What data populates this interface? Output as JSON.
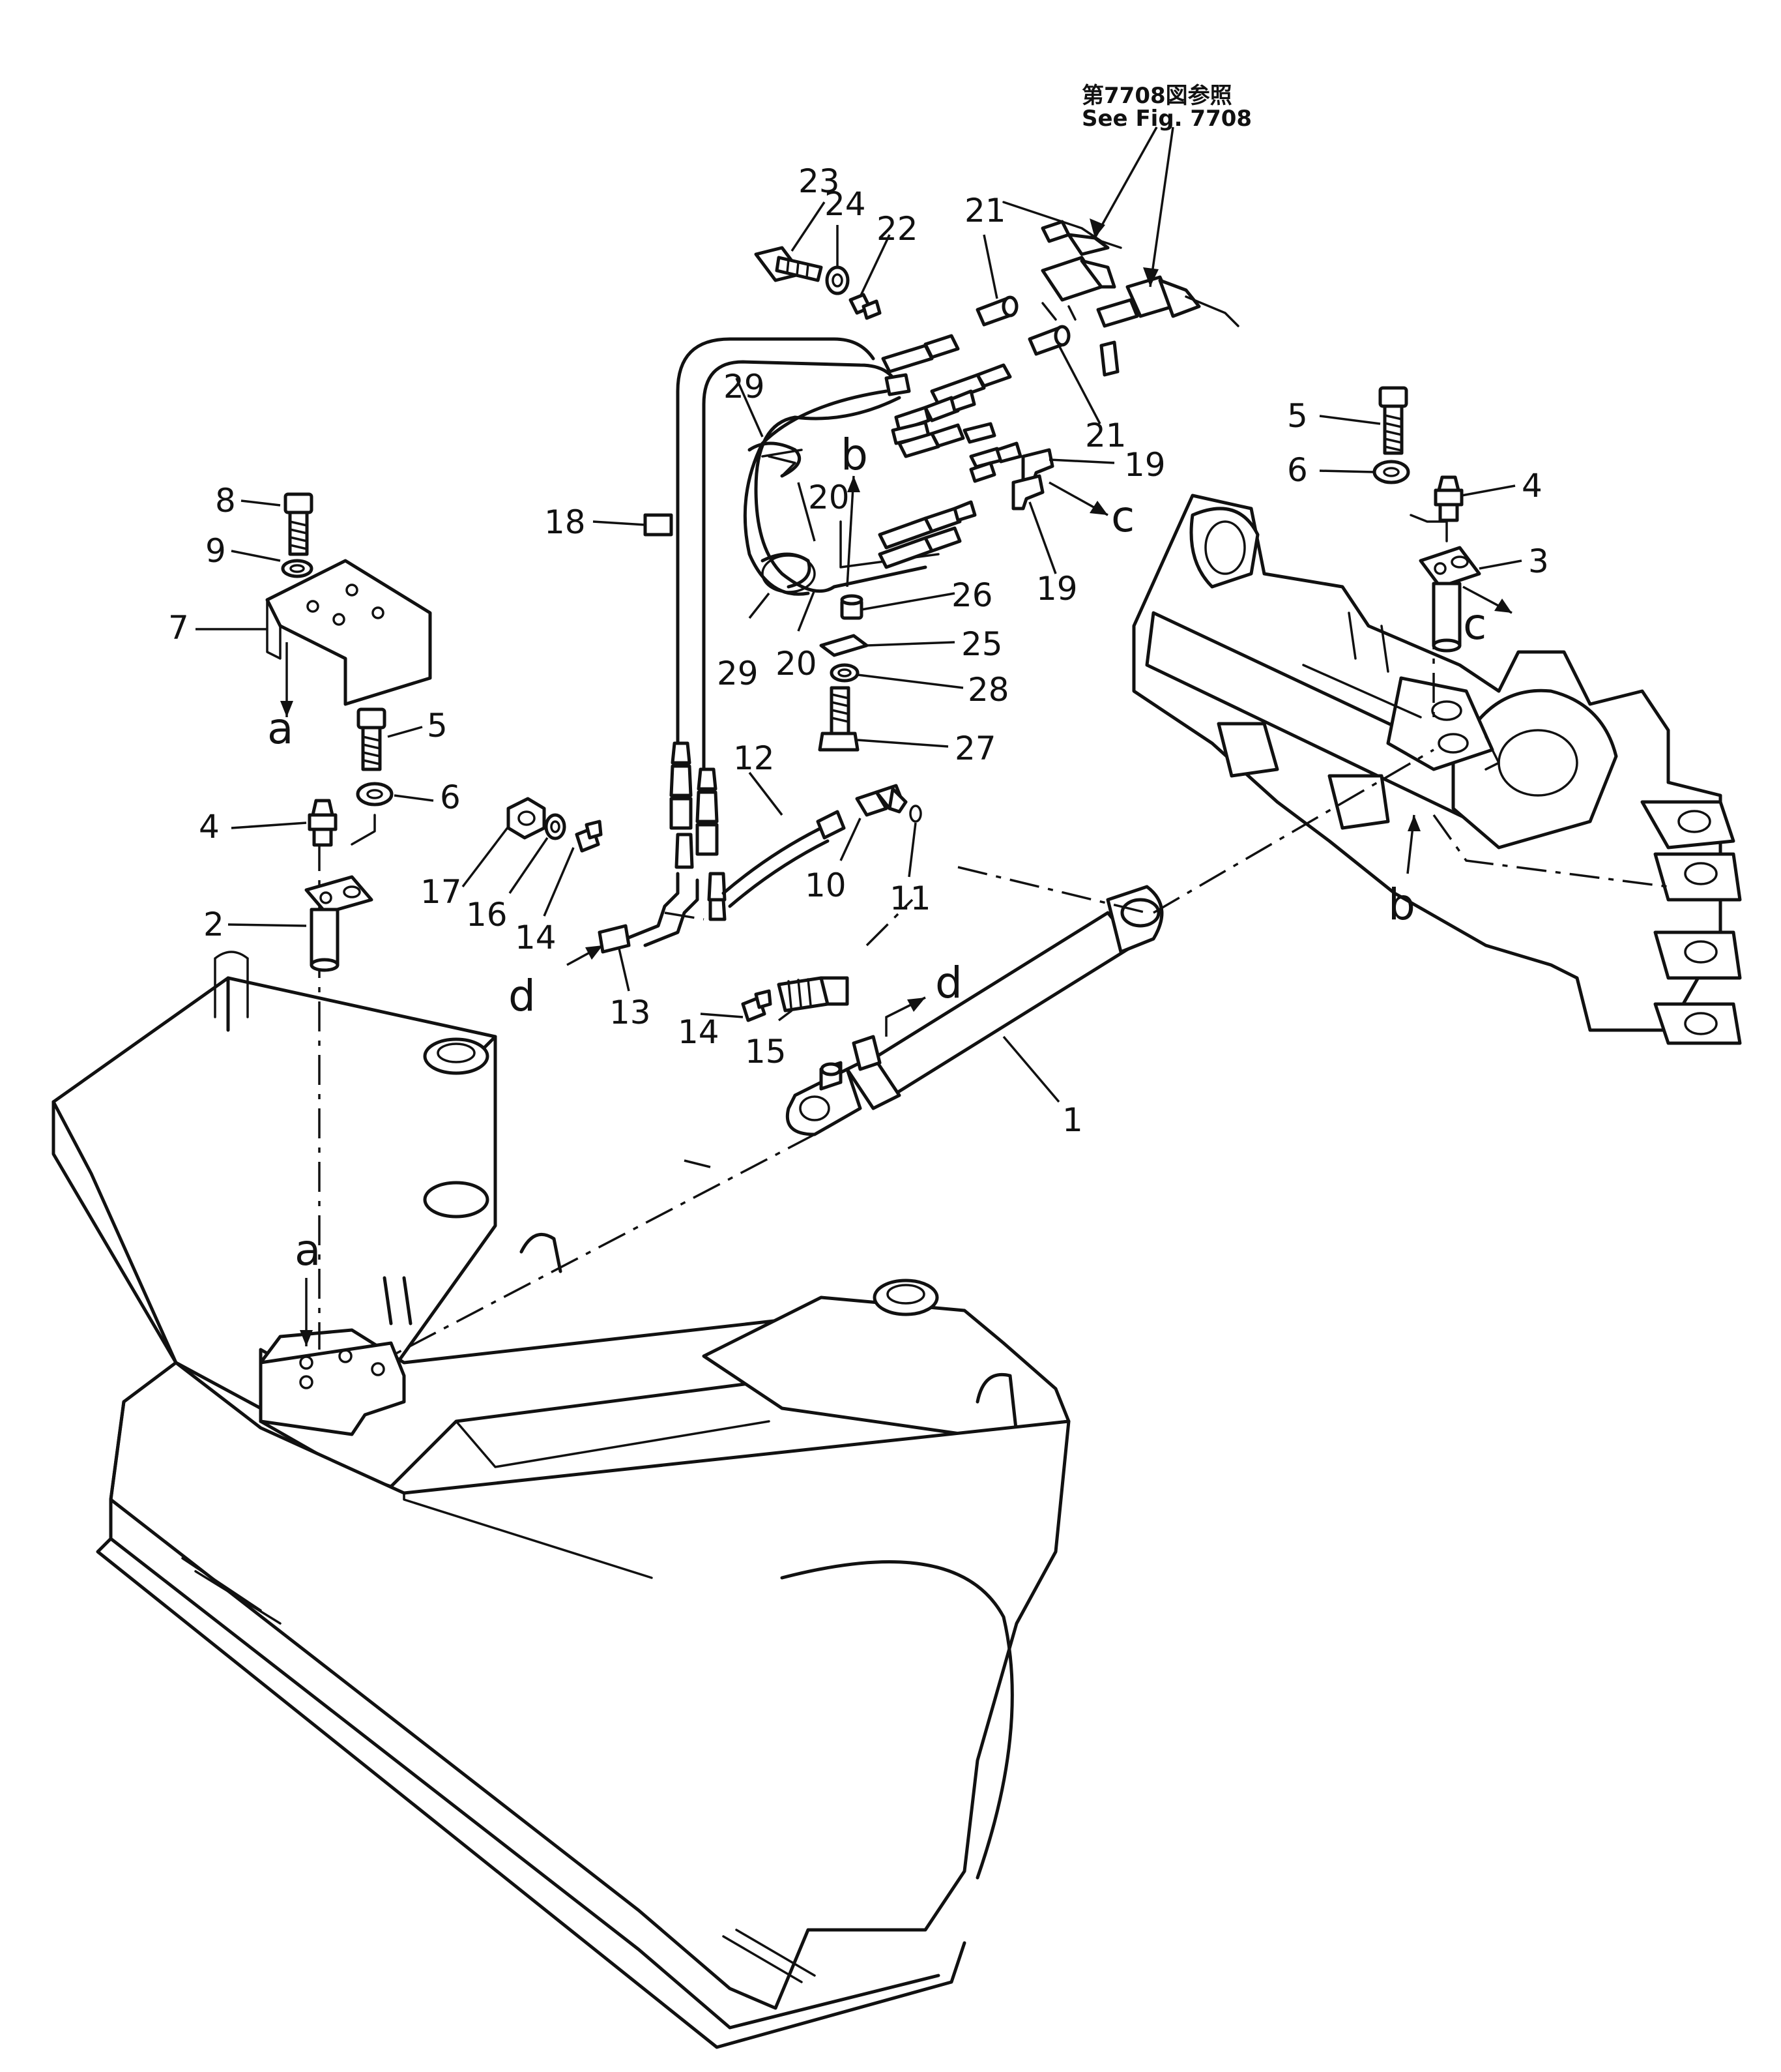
{
  "reference": {
    "jp": "第7708図参照",
    "en": "See Fig. 7708"
  },
  "callouts": [
    {
      "id": "c1",
      "text": "1"
    },
    {
      "id": "c2",
      "text": "2"
    },
    {
      "id": "c3",
      "text": "3"
    },
    {
      "id": "c4a",
      "text": "4"
    },
    {
      "id": "c4b",
      "text": "4"
    },
    {
      "id": "c5a",
      "text": "5"
    },
    {
      "id": "c5b",
      "text": "5"
    },
    {
      "id": "c6a",
      "text": "6"
    },
    {
      "id": "c6b",
      "text": "6"
    },
    {
      "id": "c7",
      "text": "7"
    },
    {
      "id": "c8",
      "text": "8"
    },
    {
      "id": "c9",
      "text": "9"
    },
    {
      "id": "c10",
      "text": "10"
    },
    {
      "id": "c11",
      "text": "11"
    },
    {
      "id": "c12",
      "text": "12"
    },
    {
      "id": "c13",
      "text": "13"
    },
    {
      "id": "c14a",
      "text": "14"
    },
    {
      "id": "c14b",
      "text": "14"
    },
    {
      "id": "c15",
      "text": "15"
    },
    {
      "id": "c16",
      "text": "16"
    },
    {
      "id": "c17",
      "text": "17"
    },
    {
      "id": "c18",
      "text": "18"
    },
    {
      "id": "c19a",
      "text": "19"
    },
    {
      "id": "c19b",
      "text": "19"
    },
    {
      "id": "c20a",
      "text": "20"
    },
    {
      "id": "c20b",
      "text": "20"
    },
    {
      "id": "c21a",
      "text": "21"
    },
    {
      "id": "c21b",
      "text": "21"
    },
    {
      "id": "c22",
      "text": "22"
    },
    {
      "id": "c23",
      "text": "23"
    },
    {
      "id": "c24",
      "text": "24"
    },
    {
      "id": "c25",
      "text": "25"
    },
    {
      "id": "c26",
      "text": "26"
    },
    {
      "id": "c27",
      "text": "27"
    },
    {
      "id": "c28",
      "text": "28"
    },
    {
      "id": "c29a",
      "text": "29"
    },
    {
      "id": "c29b",
      "text": "29"
    }
  ],
  "letters": [
    {
      "id": "la1",
      "text": "a"
    },
    {
      "id": "la2",
      "text": "a"
    },
    {
      "id": "lb1",
      "text": "b"
    },
    {
      "id": "lb2",
      "text": "b"
    },
    {
      "id": "lc1",
      "text": "c"
    },
    {
      "id": "lc2",
      "text": "c"
    },
    {
      "id": "ld1",
      "text": "d"
    },
    {
      "id": "ld2",
      "text": "d"
    }
  ]
}
